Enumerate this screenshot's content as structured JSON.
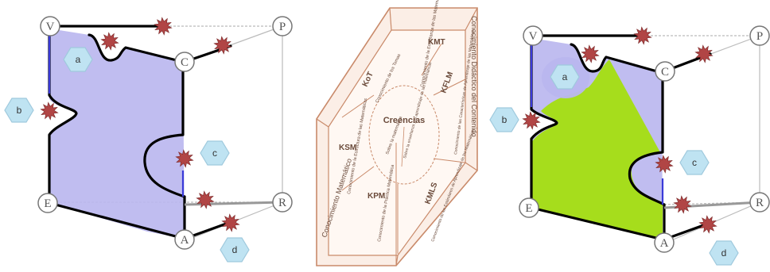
{
  "left_diagram": {
    "vertices": {
      "V": "V",
      "P": "P",
      "C": "C",
      "E": "E",
      "A": "A",
      "R": "R"
    },
    "hex_labels": {
      "a": "a",
      "b": "b",
      "c": "c",
      "d": "d"
    },
    "colors": {
      "region_fill": "#b9b6ee",
      "boundary": "#000000",
      "star": "#b14545",
      "hex": "#bfe3f2"
    }
  },
  "center_model": {
    "outer_top_right": "Conocimiento Didáctico del Contenido",
    "outer_left": "Conocimiento Matemático",
    "center_title": "Creencias",
    "center_left": "Sobre la matemática",
    "center_right": "Sobre la enseñanza y el aprendizaje de las matemáticas",
    "segments": {
      "KMT": {
        "title": "KMT",
        "desc": "Conocimiento de la Enseñanza de las Matemáticas"
      },
      "KoT": {
        "title": "KoT",
        "desc": "Conocimiento de los Temas"
      },
      "KFLM": {
        "title": "KFLM",
        "desc": "Conocimiento de las Características de Aprendizaje de las Matemáticas"
      },
      "KSM": {
        "title": "KSM",
        "desc": "Conocimiento de la Estructura de las Matemáticas"
      },
      "KMLS": {
        "title": "KMLS",
        "desc": "Conocimiento de los Estándares de Aprendizaje de las Matemáticas"
      },
      "KPM": {
        "title": "KPM",
        "desc": "Conocimiento de la Práctica Matemática"
      }
    },
    "colors": {
      "line": "#c98a6a",
      "face": "#fbeee6",
      "text": "#6a4a3a"
    }
  },
  "right_diagram": {
    "vertices": {
      "V": "V",
      "P": "P",
      "C": "C",
      "E": "E",
      "A": "A",
      "R": "R"
    },
    "hex_labels": {
      "a": "a",
      "b": "b",
      "c": "c",
      "d": "d"
    },
    "colors": {
      "region_fill": "#b9b6ee",
      "highlight": "#a6dd1c",
      "boundary": "#000000",
      "star": "#b14545",
      "hex": "#bfe3f2"
    }
  }
}
